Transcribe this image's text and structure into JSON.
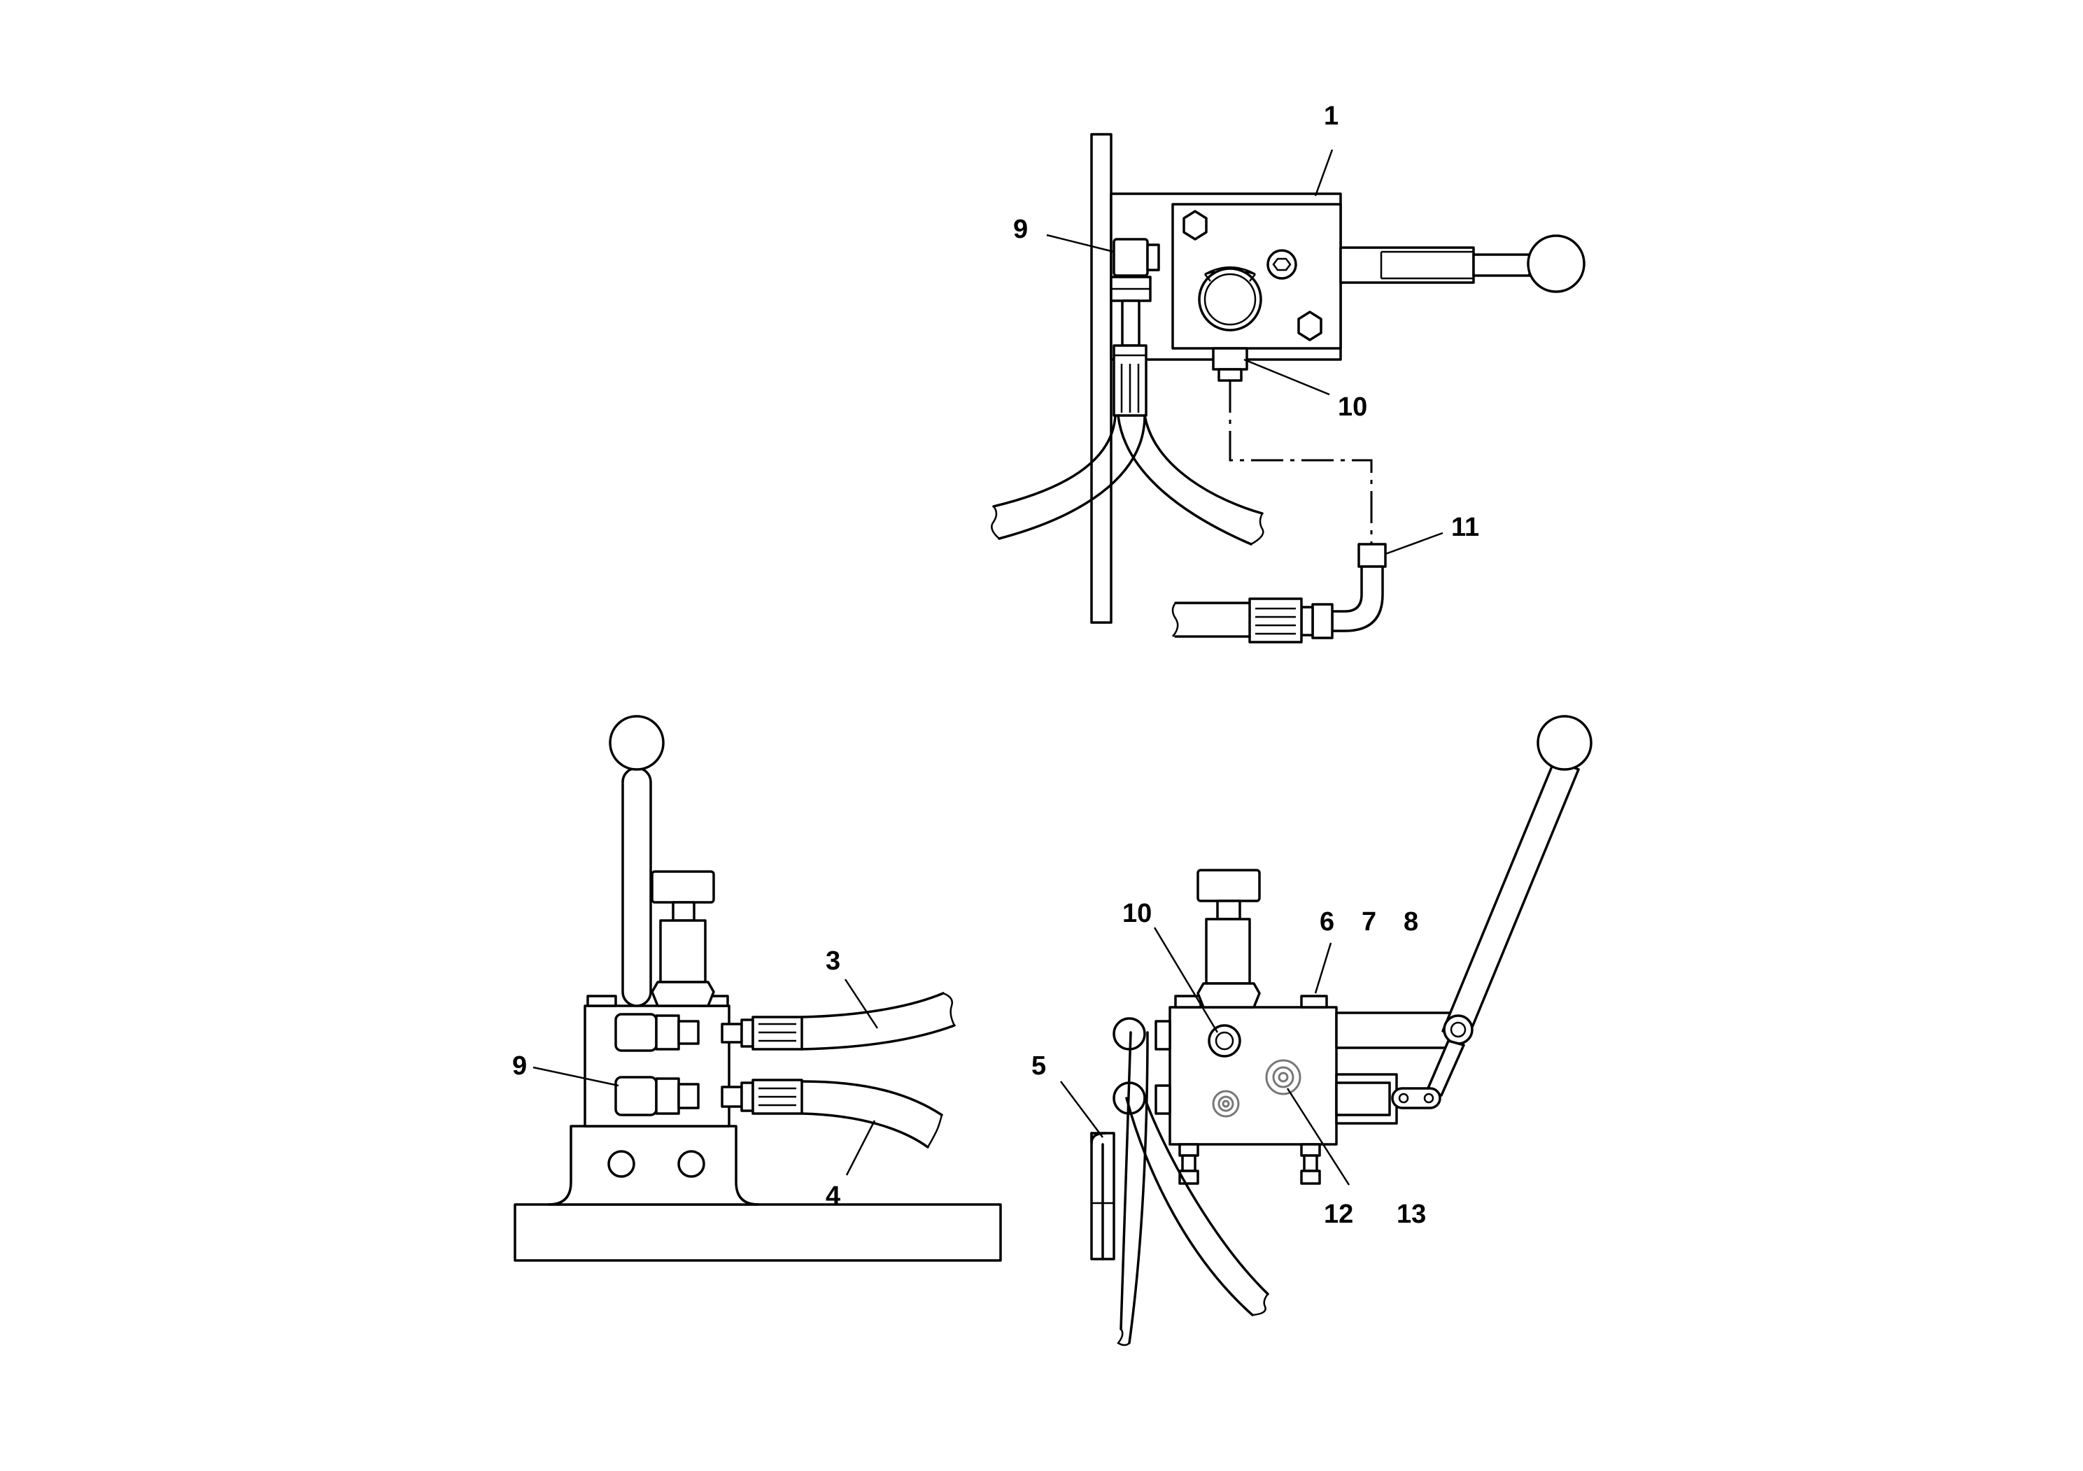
{
  "callouts": {
    "top": {
      "c1": "1",
      "c9": "9",
      "c10": "10",
      "c11": "11"
    },
    "left": {
      "c3": "3",
      "c4": "4",
      "c9": "9"
    },
    "right": {
      "c10": "10",
      "c5": "5",
      "c6": "6",
      "c7": "7",
      "c8": "8",
      "c12": "12",
      "c13": "13"
    }
  }
}
